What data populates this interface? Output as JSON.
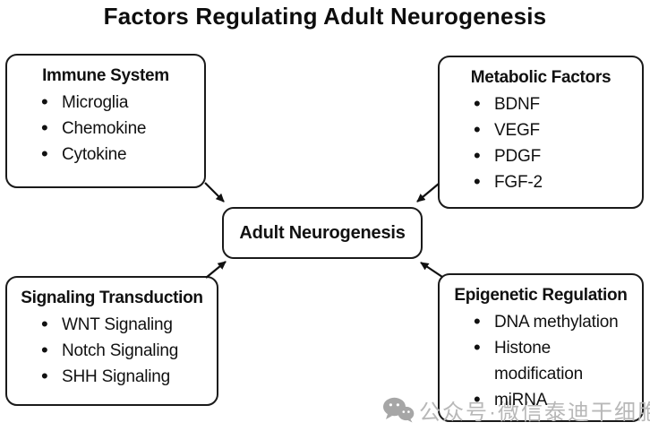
{
  "page_title": "Factors Regulating Adult Neurogenesis",
  "diagram": {
    "center": {
      "id": "adult-neurogenesis",
      "label": "Adult Neurogenesis"
    },
    "nodes": [
      {
        "id": "immune-system",
        "title": "Immune System",
        "items": [
          "Microglia",
          "Chemokine",
          "Cytokine"
        ]
      },
      {
        "id": "metabolic-factors",
        "title": "Metabolic Factors",
        "items": [
          "BDNF",
          "VEGF",
          "PDGF",
          "FGF-2"
        ]
      },
      {
        "id": "signaling-transduction",
        "title": "Signaling Transduction",
        "items": [
          "WNT Signaling",
          "Notch Signaling",
          "SHH Signaling"
        ]
      },
      {
        "id": "epigenetic-regulation",
        "title": "Epigenetic Regulation",
        "items": [
          "DNA methylation",
          "Histone modification",
          "miRNA"
        ]
      }
    ],
    "edges": [
      {
        "from": "immune-system",
        "to": "adult-neurogenesis"
      },
      {
        "from": "metabolic-factors",
        "to": "adult-neurogenesis"
      },
      {
        "from": "signaling-transduction",
        "to": "adult-neurogenesis"
      },
      {
        "from": "epigenetic-regulation",
        "to": "adult-neurogenesis"
      }
    ]
  },
  "watermark": {
    "icon": "wechat-icon",
    "text": "公众号·微信泰迪干细胞",
    "text_color": "#b8b8b8",
    "icon_color": "#a6a6a6"
  },
  "colors": {
    "background": "#ffffff",
    "text": "#111111",
    "border": "#1a1a1a"
  }
}
